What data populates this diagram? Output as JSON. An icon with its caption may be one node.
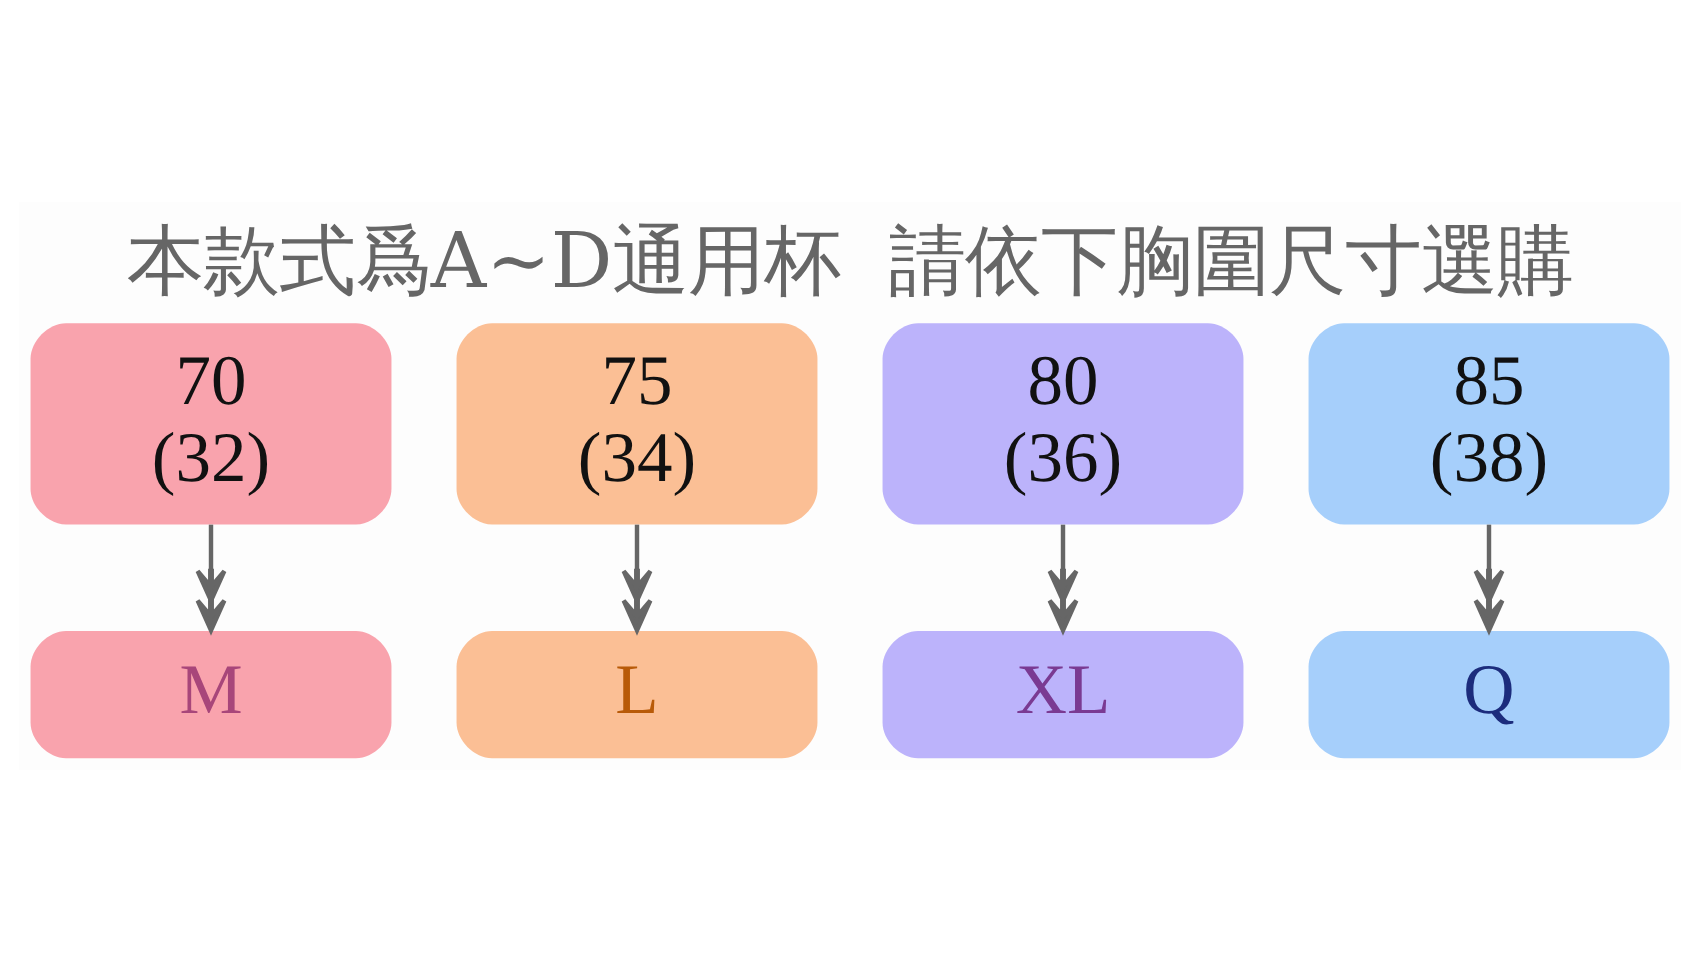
{
  "diagram": {
    "title": "本款式爲A~D通用杯  請依下胸圍尺寸選購",
    "nodes": [
      {
        "text": [
          "70",
          "(32)"
        ]
      },
      {
        "text": [
          "75",
          "(34)"
        ]
      },
      {
        "text": [
          "80",
          "(36)"
        ]
      },
      {
        "text": [
          "85",
          "(38)"
        ]
      },
      {
        "text": [
          "M"
        ]
      },
      {
        "text": [
          "L"
        ]
      },
      {
        "text": [
          "XL"
        ]
      },
      {
        "text": [
          "Q"
        ]
      }
    ],
    "edges": [
      {
        "from": 0,
        "to": 4,
        "arrow": "to"
      },
      {
        "from": 1,
        "to": 5,
        "arrow": "to"
      },
      {
        "from": 2,
        "to": 6,
        "arrow": "to"
      },
      {
        "from": 3,
        "to": 7,
        "arrow": "to"
      }
    ]
  }
}
